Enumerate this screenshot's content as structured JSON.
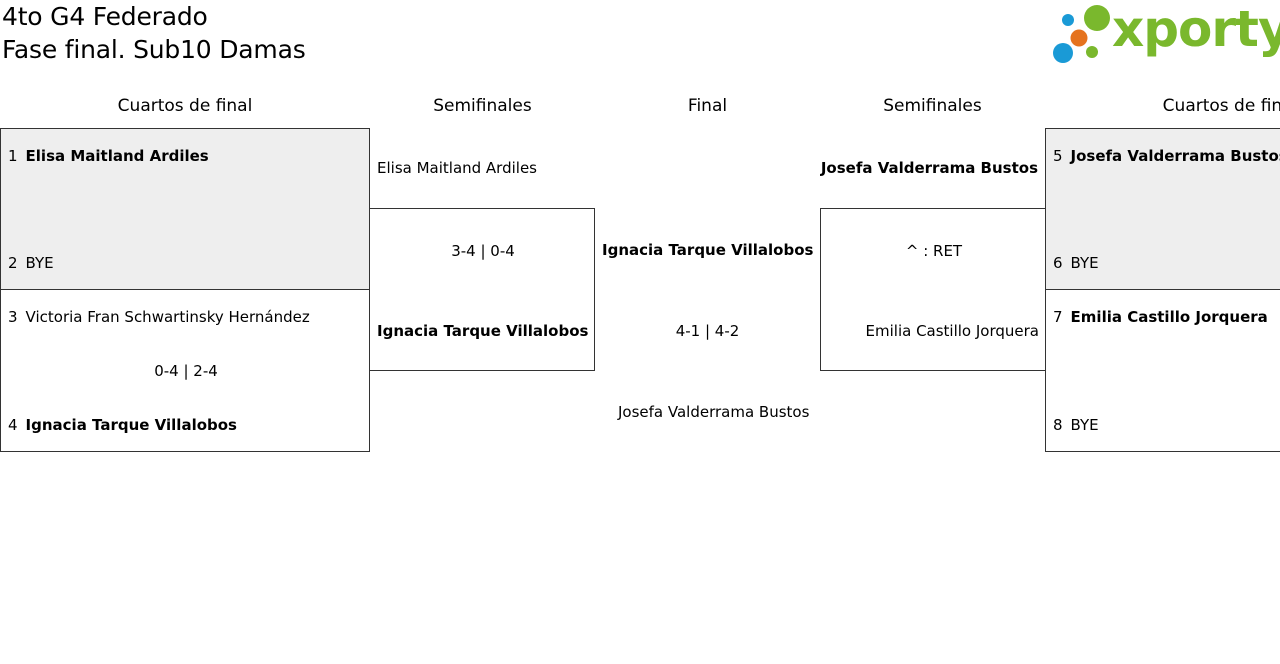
{
  "header": {
    "title_line1": "4to G4 Federado",
    "title_line2": "Fase final. Sub10 Damas",
    "logo_text": "xporty"
  },
  "columns": {
    "left_quarters": "Cuartos de final",
    "left_semis": "Semifinales",
    "final": "Final",
    "right_semis": "Semifinales",
    "right_quarters": "Cuartos de final"
  },
  "left_quarters": {
    "match1": {
      "p1_seed": "1",
      "p1_name": "Elisa Maitland Ardiles",
      "p2_seed": "2",
      "p2_name": "BYE"
    },
    "match2": {
      "p1_seed": "3",
      "p1_name": "Victoria Fran Schwartinsky Hernández",
      "score": "0-4 | 2-4",
      "p2_seed": "4",
      "p2_name": "Ignacia Tarque Villalobos"
    }
  },
  "left_semi": {
    "p1_name": "Elisa Maitland Ardiles",
    "score": "3-4 | 0-4",
    "p2_name": "Ignacia Tarque Villalobos"
  },
  "final": {
    "p1_name": "Ignacia Tarque Villalobos",
    "score": "4-1 | 4-2",
    "p2_name": "Josefa Valderrama Bustos"
  },
  "right_semi": {
    "p1_name": "Josefa Valderrama Bustos",
    "score": "^ : RET",
    "p2_name": "Emilia Castillo Jorquera"
  },
  "right_quarters": {
    "match1": {
      "p1_seed": "5",
      "p1_name": "Josefa Valderrama Bustos",
      "p2_seed": "6",
      "p2_name": "BYE"
    },
    "match2": {
      "p1_seed": "7",
      "p1_name": "Emilia Castillo Jorquera",
      "p2_seed": "8",
      "p2_name": "BYE"
    }
  },
  "colors": {
    "bye_match_bg": "#eeeeee",
    "logo_green": "#7ab82d",
    "logo_blue": "#1a9ad6",
    "logo_orange": "#e5731e"
  }
}
